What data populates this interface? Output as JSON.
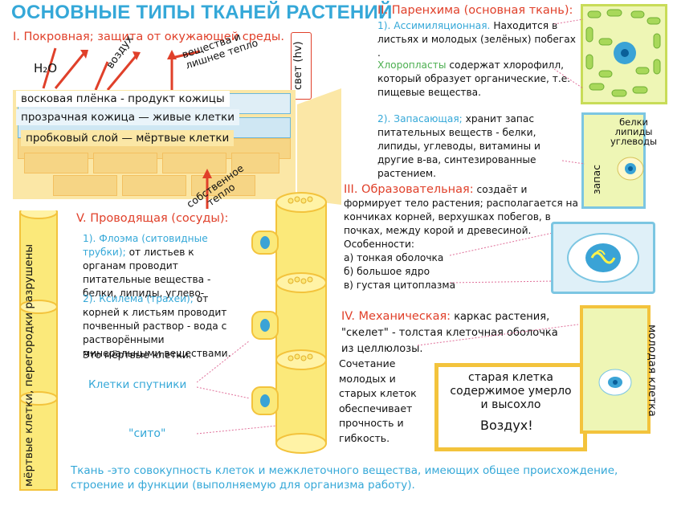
{
  "title": "ОСНОВНЫЕ ТИПЫ ТКАНЕЙ РАСТЕНИЙ",
  "section1": {
    "heading": "I. Покровная; защита от окужающей среды.",
    "arrow_labels": {
      "water": "H₂O",
      "air": "воздух",
      "substances": "вещества и\nлишнее тепло",
      "light": "свет (hv)",
      "own_heat": "собственное\nтепло"
    },
    "layers": [
      "восковая плёнка - продукт кожицы",
      "прозрачная кожица — живые клетки",
      "пробковый слой — мёртвые клетки"
    ]
  },
  "section2": {
    "heading": "II. Паренхима (основная ткань):",
    "assim_lead": "1). Ассимиляционная.",
    "assim_text": "Находится в листьях и молодых (зелёных) побегах .",
    "chloro_lead": "Хлоропласты",
    "chloro_text": "содержат хлорофилл, который образует органические, т.е. пищевые вещества.",
    "store_lead": "2). Запасающая;",
    "store_text": "хранит запас питательных веществ - белки, липиды, углеводы, витамины и другие в-ва, синтезированные растением.",
    "store_image_label": "белки\nлипиды\nуглеводы",
    "store_side_label": "запас"
  },
  "section3": {
    "heading": "III. Образовательная:",
    "text": "создаёт и формирует тело растения; располагается на кончиках корней, верхушках побегов, в почках, между корой и древесиной.",
    "features_title": "Особенности:",
    "features": [
      "а) тонкая оболочка",
      "б) большое ядро",
      "в) густая цитоплазма"
    ]
  },
  "section4": {
    "heading": "IV. Механическая:",
    "text": "каркас растения, \"скелет\" - толстая клеточная оболочка из целлюлозы.",
    "combo_text": "Сочетание молодых и старых клеток обеспечивает прочность и гибкость.",
    "old_cell_text": "старая клетка содержимое умерло и высохло",
    "old_cell_air": "Воздух!",
    "young_cell_label": "молодая клетка"
  },
  "section5": {
    "heading": "V. Проводящая (сосуды):",
    "phloem_lead": "1). Флоэма (ситовидные трубки);",
    "phloem_text": "от листьев к органам проводит питательные вещества - белки, липиды, углево-",
    "xylem_lead": "2). Ксилема (трахеи);",
    "xylem_text": "от корней к листьям проводит почвенный раствор - вода с растворёнными минеральными веществами.",
    "xylem_note": "Это мёртвые клетки.",
    "companion_label": "Клетки спутники",
    "sieve_label": "\"сито\"",
    "dead_cells_label": "мёртвые клетки, перегородки разрушены"
  },
  "footer": "Ткань -это совокупность клеток и межклеточного вещества, имеющих общее происхождение, строение и функции  (выполняемую для организма работу).",
  "colors": {
    "heading_red": "#e0402a",
    "accent_blue": "#35a8d8",
    "chloroplast_green": "#4caf50",
    "cell_yellow": "#f3c33c",
    "cell_fill": "#eef6b5"
  }
}
